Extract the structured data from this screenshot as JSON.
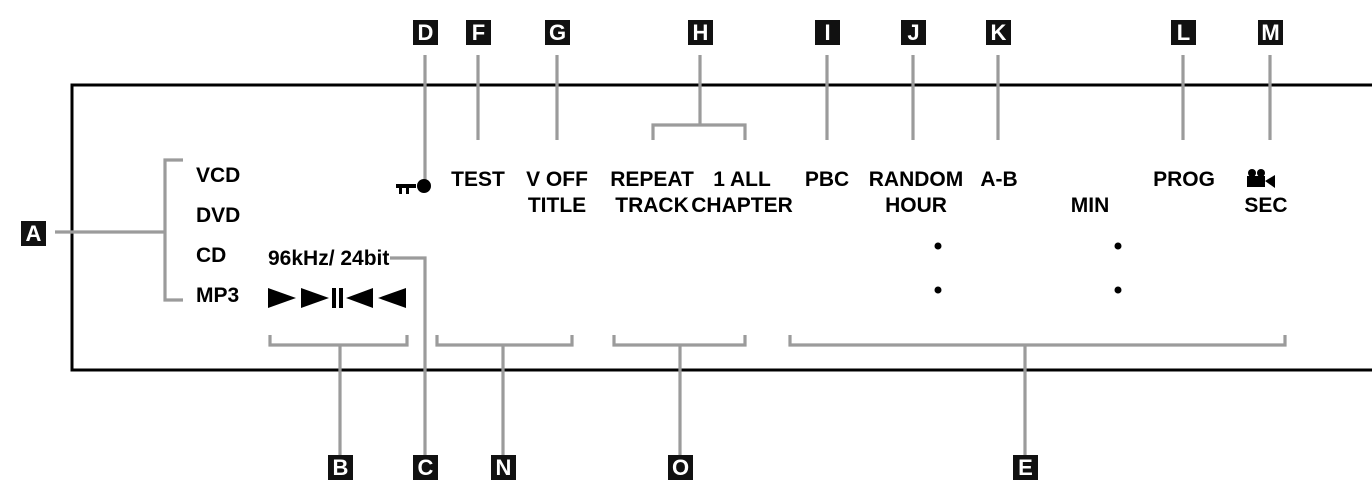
{
  "badges": {
    "A": "A",
    "B": "B",
    "C": "C",
    "D": "D",
    "E": "E",
    "F": "F",
    "G": "G",
    "H": "H",
    "I": "I",
    "J": "J",
    "K": "K",
    "L": "L",
    "M": "M",
    "N": "N",
    "O": "O"
  },
  "disc_types": [
    "VCD",
    "DVD",
    "CD",
    "MP3"
  ],
  "audio_format": "96kHz/ 24bit",
  "indicators": {
    "test": "TEST",
    "v_off": "V OFF",
    "title": "TITLE",
    "repeat": "REPEAT",
    "track": "TRACK",
    "one_all": "1 ALL",
    "chapter": "CHAPTER",
    "pbc": "PBC",
    "random": "RANDOM",
    "hour": "HOUR",
    "a_b": "A-B",
    "min": "MIN",
    "prog": "PROG",
    "sec": "SEC"
  },
  "icons": {
    "key": "key-icon",
    "camera": "camera-angle-icon",
    "playback": "playback-direction-icon"
  },
  "colors": {
    "badge": "#111111",
    "leader_line": "#9b9b9b",
    "segments": "#000000"
  }
}
